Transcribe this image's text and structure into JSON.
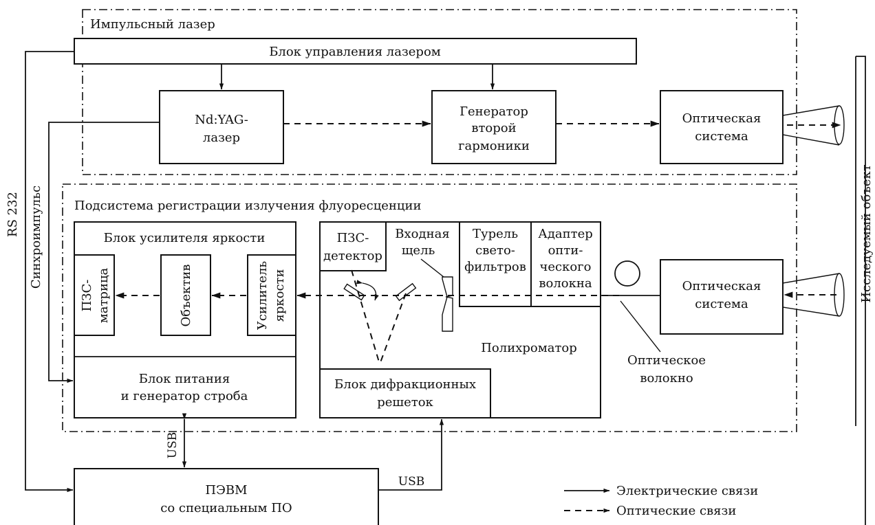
{
  "pulsed_laser": {
    "title": "Импульсный лазер",
    "control_block": "Блок управления лазером",
    "laser": [
      "Nd:YAG-",
      "лазер"
    ],
    "shg": [
      "Генератор",
      "второй",
      "гармоники"
    ],
    "optics": [
      "Оптическая",
      "система"
    ]
  },
  "subsystem": {
    "title": "Подсистема регистрации излучения флуоресценции",
    "intensifier_block": {
      "title": "Блок усилителя яркости",
      "ccd_matrix": [
        "ПЗС-",
        "матрица"
      ],
      "objective": "Объектив",
      "intensifier": [
        "Усилитель",
        "яркости"
      ],
      "power": [
        "Блок питания",
        "и генератор строба"
      ]
    },
    "polychromator": {
      "label": "Полихроматор",
      "ccd_detector": [
        "ПЗС-",
        "детектор"
      ],
      "slit": [
        "Входная",
        "щель"
      ],
      "filter_turret": [
        "Турель",
        "свето-",
        "фильтров"
      ],
      "fiber_adapter": [
        "Адаптер",
        "опти-",
        "ческого",
        "волокна"
      ],
      "gratings": [
        "Блок дифракционных",
        "решеток"
      ]
    },
    "optics": [
      "Оптическая",
      "система"
    ],
    "fiber": [
      "Оптическое",
      "волокно"
    ]
  },
  "links": {
    "rs232": "RS 232",
    "sync": "Синхроимпульс",
    "usb_left": "USB",
    "usb_right": "USB"
  },
  "pc": [
    "ПЭВМ",
    "со специальным ПО"
  ],
  "object": "Исследуемый объект",
  "legend": {
    "electrical": "Электрические связи",
    "optical": "Оптические связи"
  }
}
